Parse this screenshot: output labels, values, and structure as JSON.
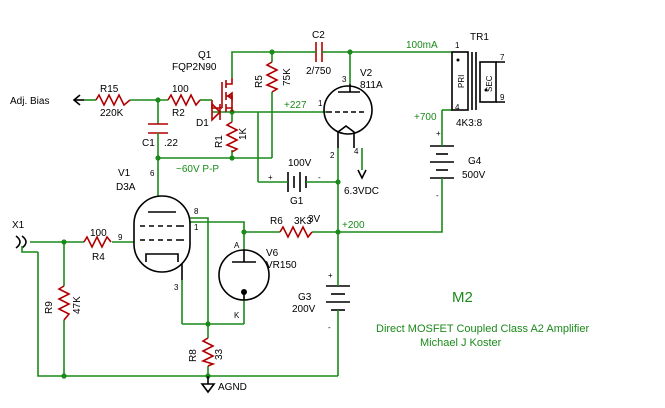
{
  "labels": {
    "adj_bias": "Adj. Bias",
    "r15": "R15",
    "r15_val": "220K",
    "r2": "R2",
    "r2_val": "100",
    "c1": "C1",
    "c1_val": ".22",
    "q1": "Q1",
    "q1_val": "FQP2N90",
    "d1": "D1",
    "r1": "R1",
    "r1_val": "1K",
    "r5": "R5",
    "r5_val": "75K",
    "c2": "C2",
    "c2_val": "2/750",
    "v2": "V2",
    "v2_val": "811A",
    "v_227": "+227",
    "cur_100ma": "100mA",
    "tr1": "TR1",
    "tr1_ratio": "4K3:8",
    "pri": "PRI",
    "sec": "SEC",
    "v_700": "+700",
    "g4": "G4",
    "g4_val": "500V",
    "g1": "G1",
    "g1_val": "3V",
    "g1_top": "100V",
    "v_6_3": "6.3VDC",
    "v1": "V1",
    "v1_val": "D3A",
    "p_p": "~60V P-P",
    "r6": "R6",
    "r6_val": "3K3",
    "v_200": "+200",
    "x1": "X1",
    "r4": "R4",
    "r4_val": "100",
    "v6": "V6",
    "v6_val": "VR150",
    "r9": "R9",
    "r9_val": "47K",
    "g3": "G3",
    "g3_val": "200V",
    "r8": "R8",
    "r8_val": "33",
    "agnd": "AGND",
    "m2": "M2",
    "title": "Direct MOSFET Coupled Class A2 Amplifier",
    "author": "Michael J Koster",
    "pins": {
      "tr1_1": "1",
      "tr1_4": "4",
      "tr1_7": "7",
      "tr1_9": "9",
      "v2_1": "1",
      "v2_2": "2",
      "v2_3": "3",
      "v2_4": "4",
      "v1_1": "1",
      "v1_3": "3",
      "v1_6": "6",
      "v1_8": "8",
      "v1_9": "9",
      "v6_a": "A",
      "v6_k": "K",
      "plus": "+",
      "minus": "-"
    }
  },
  "colors": {
    "wire": "#1a8a1a",
    "component": "#b00000",
    "ink": "#000000"
  }
}
